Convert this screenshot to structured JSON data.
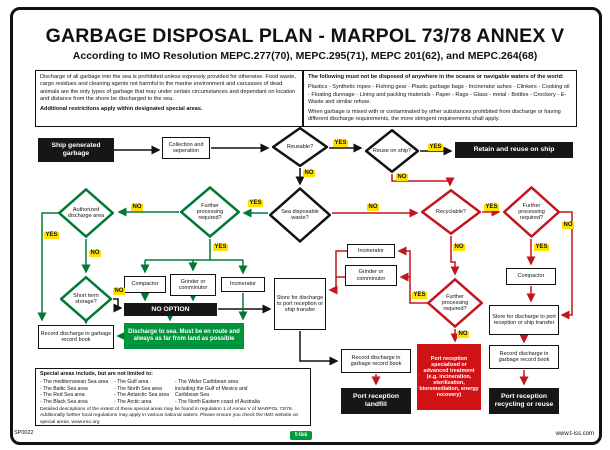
{
  "header": {
    "title": "GARBAGE DISPOSAL PLAN - MARPOL 73/78 ANNEX V",
    "subtitle": "According to IMO Resolution MEPC.277(70), MEPC.295(71), MEPC 201(62), and MEPC.264(68)"
  },
  "notices": {
    "left_p1": "Discharge of all garbage into the sea is prohibited unless expressly provided for otherwise. Food waste, cargo residues and cleaning agents not harmful to the marine environment and carcasses of dead animals are the only types of garbage that may under certain circumstances and dependant on location and distance from the shore be discharged to the sea.",
    "left_p2": "Additional restrictions apply within designated special areas.",
    "right_intro": "The following must not be disposed of anywhere in the oceans or navigable waters of the world:",
    "right_items": "Plastics - Synthetic ropes - Fishing gear - Plastic garbage bags - Incinerator ashes - Clinkers - Cooking oil - Floating dunnage - Lining and packing materials - Paper - Rags - Glass - metal - Bottles - Crockery - E-Waste and similar refuse.",
    "right_note": "When garbage is mixed with or contaminated by other substances prohibited from discharge or having different discharge requirements, the more stringent requirements shall apply."
  },
  "nodes": {
    "ship_generated": "Ship generated garbage",
    "collection": "Collection and seperation",
    "reusable": "Reusable?",
    "reuse_on_ship": "Reuse on ship?",
    "retain_reuse": "Retain and reuse on ship",
    "authorized_area": "Authorized discharge area",
    "further_processing_left": "Further processing required?",
    "sea_disposable": "Sea disposable waste?",
    "recyclable": "Recyclable?",
    "further_processing_right": "Further processing required?",
    "incinerator_mid": "Incinerator",
    "grinder_mid": "Grinder or comminutor",
    "compactor_left": "Compactor",
    "grinder_left": "Grinder or comminutor",
    "incinerator_left": "Incinerator",
    "compactor_right": "Compactor",
    "short_term": "Short term storage?",
    "no_option": "NO OPTION",
    "store_center": "Store for discharge to port reception or ship transfer",
    "further_processing_center": "Further processing required?",
    "record_left": "Record discharge in garbage record book",
    "discharge_sea": "Discharge to sea. Must be en route and always as far from land as possible",
    "record_center": "Record discharge in garbage record book",
    "port_landfill": "Port reception landfill",
    "port_specialized": "Port reception specialized or advanced treatment (e.g. incineration, sterilization, bioremediation, energy recovery)",
    "store_right": "Store for discharge to port reception or ship transfer",
    "record_right": "Record discharge in garbage record book",
    "port_recycling": "Port reception recycling or reuse"
  },
  "labels": {
    "yes": "YES",
    "no": "NO"
  },
  "special_areas": {
    "title": "Special areas include, but are not limited to:",
    "col1": [
      "- The mediterranean Sea area",
      "- The Baltic Sea area",
      "- The Red Sea area",
      "- The Black Sea area"
    ],
    "col2": [
      "- The Gulf area",
      "- The North Sea area",
      "- The Antarctic Sea area",
      "- The Arctic area"
    ],
    "col3": [
      "- The Wider Caribbean area",
      "including the Gulf of Mexico and",
      "Caribbean Sea",
      "- The North Eastern coast of Australia"
    ],
    "note": "Detailed descriptions of the extent of these special areas may be found in regulation 1 of Annex V of MARPOL 73/78. Additionally further local regulations may apply in various national waters. Please ensure you check the IMO website on special areas. www.imo.org"
  },
  "footer": {
    "code": "SP0022",
    "brand": "t-iss",
    "url": "www.t-iss.com"
  },
  "colors": {
    "green": "#007a33",
    "red": "#c3161c",
    "yellow": "#ffdf00",
    "black": "#111111"
  }
}
